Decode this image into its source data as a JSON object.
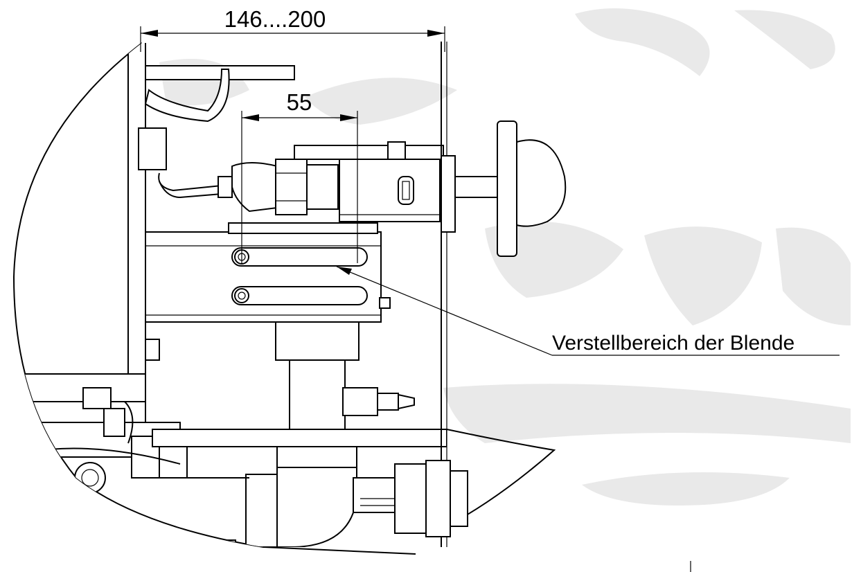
{
  "dimensions": {
    "overall_width": "146....200",
    "slot_length": "55"
  },
  "callout": {
    "label": "Verstellbereich der Blende"
  },
  "colors": {
    "line": "#000000",
    "watermark": "#e9e9e9",
    "background": "#ffffff"
  }
}
